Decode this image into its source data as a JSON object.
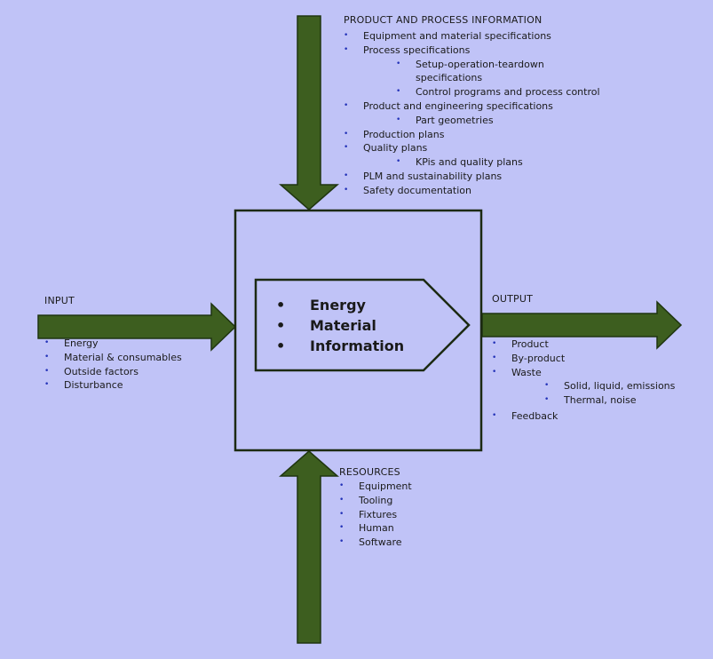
{
  "colors": {
    "background": "#c0c3f7",
    "arrow_fill": "#3d5e1f",
    "arrow_stroke": "#1f3510",
    "box_stroke": "#1c2a12",
    "bullet": "#2433b8"
  },
  "product_process": {
    "heading": "PRODUCT AND PROCESS INFORMATION",
    "items": [
      {
        "text": "Equipment and material specifications",
        "level": 1
      },
      {
        "text": "Process specifications",
        "level": 1
      },
      {
        "text": "Setup-operation-teardown",
        "level": 2
      },
      {
        "text": "specifications",
        "level": 2,
        "continuation": true
      },
      {
        "text": "Control programs and process control",
        "level": 2
      },
      {
        "text": "Product and engineering specifications",
        "level": 1
      },
      {
        "text": "Part geometries",
        "level": 2
      },
      {
        "text": "Production plans",
        "level": 1
      },
      {
        "text": "Quality plans",
        "level": 1
      },
      {
        "text": "KPis and quality plans",
        "level": 2
      },
      {
        "text": "PLM and sustainability plans",
        "level": 1
      },
      {
        "text": "Safety documentation",
        "level": 1
      }
    ]
  },
  "input": {
    "heading": "INPUT",
    "items": [
      {
        "text": "Energy",
        "level": 1
      },
      {
        "text": "Material & consumables",
        "level": 1
      },
      {
        "text": "Outside factors",
        "level": 1
      },
      {
        "text": "Disturbance",
        "level": 1
      }
    ]
  },
  "output": {
    "heading": "OUTPUT",
    "items": [
      {
        "text": "Product",
        "level": 1
      },
      {
        "text": "By-product",
        "level": 1
      },
      {
        "text": "Waste",
        "level": 1
      },
      {
        "text": "Solid, liquid, emissions",
        "level": 2
      },
      {
        "text": "Thermal, noise",
        "level": 2
      },
      {
        "text": "Feedback",
        "level": 1
      }
    ]
  },
  "resources": {
    "heading": "RESOURCES",
    "items": [
      {
        "text": "Equipment",
        "level": 1
      },
      {
        "text": "Tooling",
        "level": 1
      },
      {
        "text": "Fixtures",
        "level": 1
      },
      {
        "text": "Human",
        "level": 1
      },
      {
        "text": "Software",
        "level": 1
      }
    ]
  },
  "core": {
    "items": [
      "Energy",
      "Material",
      "Information"
    ]
  }
}
